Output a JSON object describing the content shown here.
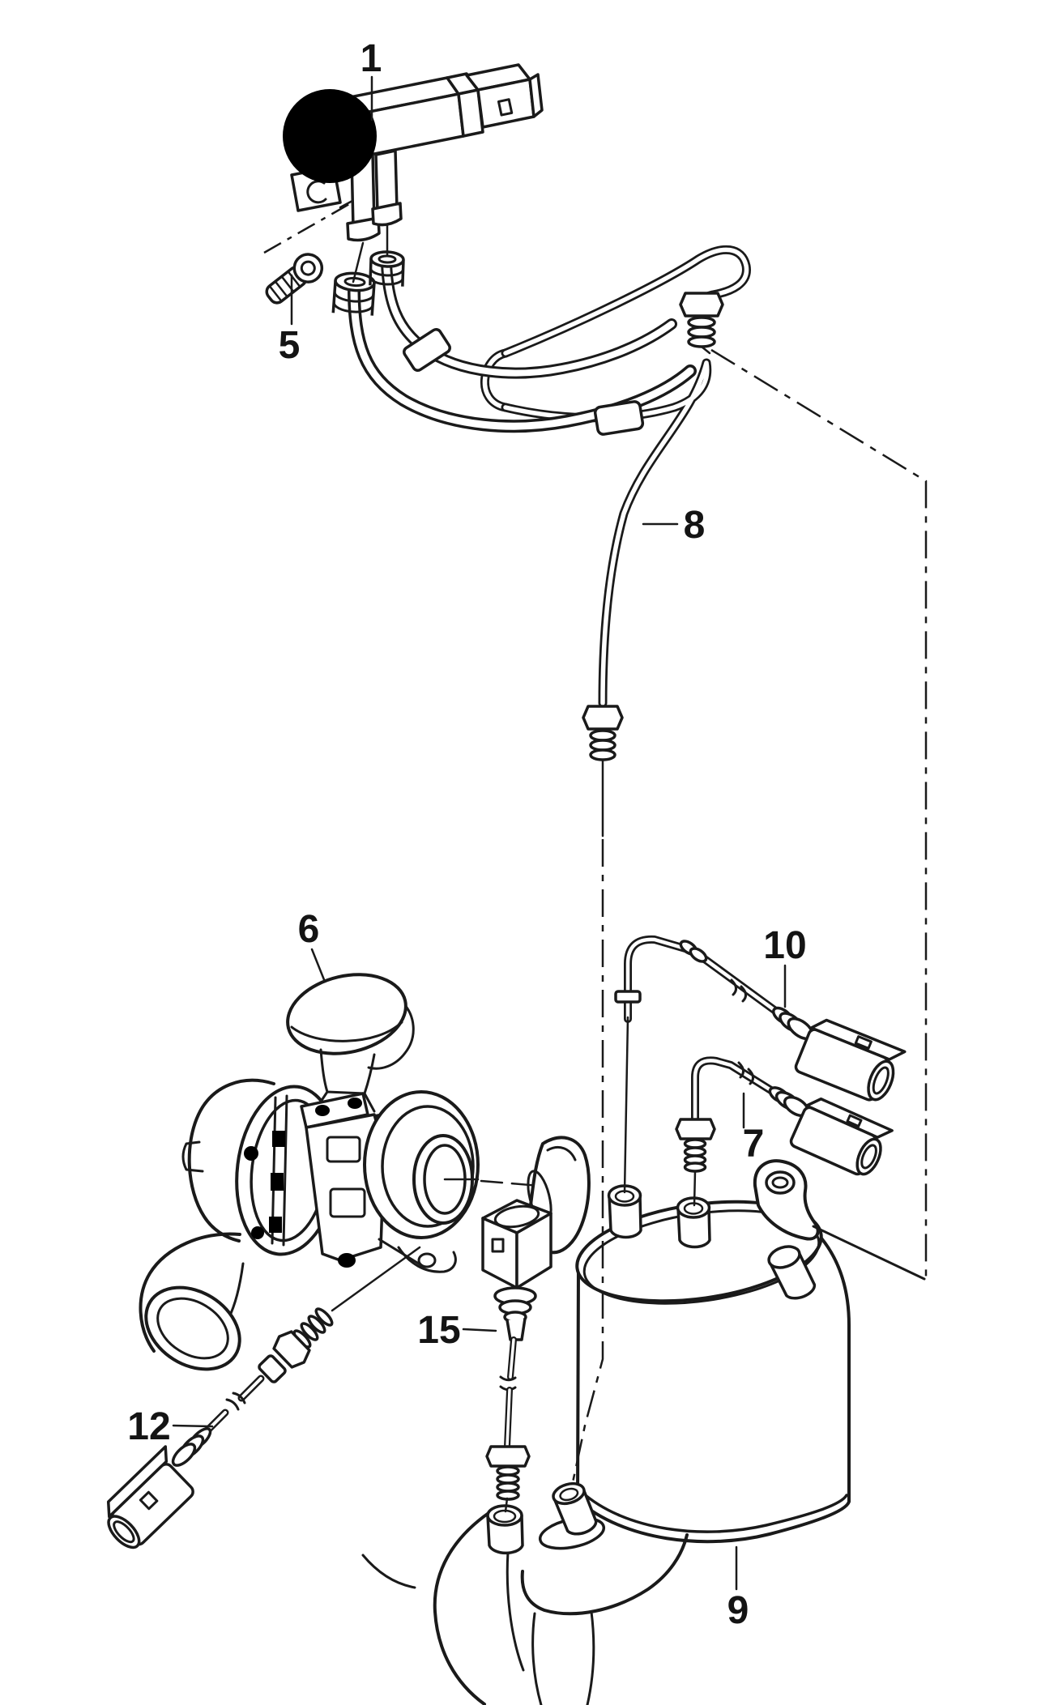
{
  "diagram": {
    "background": "#ffffff",
    "line_color": "#1a1a1a",
    "marker_fill": "#000000",
    "callouts": [
      {
        "label": "1"
      },
      {
        "label": "5"
      },
      {
        "label": "6"
      },
      {
        "label": "7"
      },
      {
        "label": "8"
      },
      {
        "label": "9"
      },
      {
        "label": "10"
      },
      {
        "label": "12"
      },
      {
        "label": "15"
      }
    ]
  }
}
